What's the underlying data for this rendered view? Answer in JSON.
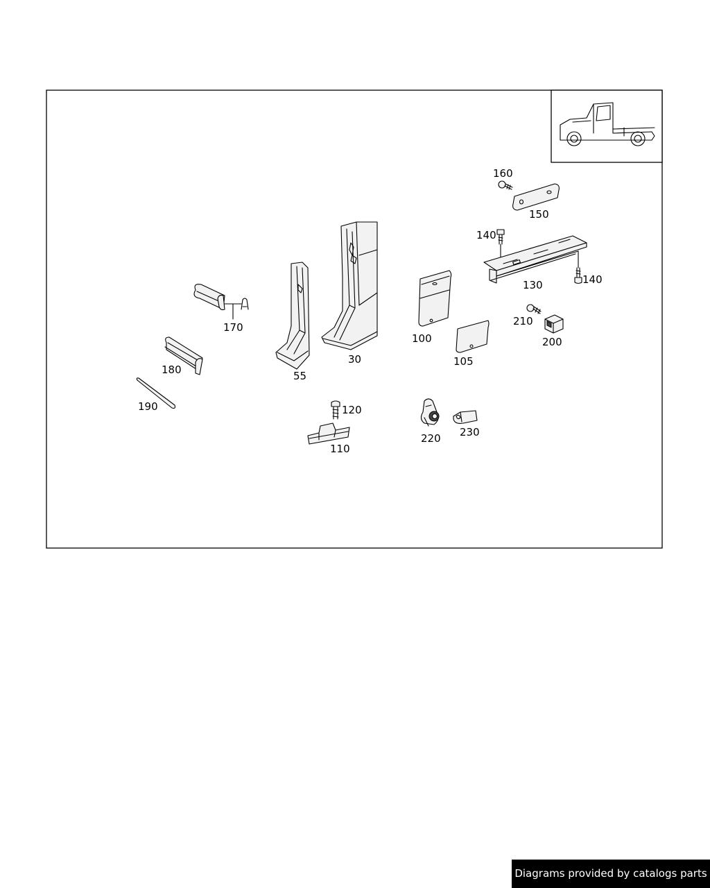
{
  "parts": [
    {
      "id": "p160",
      "label": "160"
    },
    {
      "id": "p150",
      "label": "150"
    },
    {
      "id": "p140a",
      "label": "140"
    },
    {
      "id": "p140b",
      "label": "140"
    },
    {
      "id": "p130",
      "label": "130"
    },
    {
      "id": "p210",
      "label": "210"
    },
    {
      "id": "p200",
      "label": "200"
    },
    {
      "id": "p170",
      "label": "170"
    },
    {
      "id": "p180",
      "label": "180"
    },
    {
      "id": "p190",
      "label": "190"
    },
    {
      "id": "p55",
      "label": "55"
    },
    {
      "id": "p30",
      "label": "30"
    },
    {
      "id": "p100",
      "label": "100"
    },
    {
      "id": "p105",
      "label": "105"
    },
    {
      "id": "p120",
      "label": "120"
    },
    {
      "id": "p110",
      "label": "110"
    },
    {
      "id": "p220",
      "label": "220"
    },
    {
      "id": "p230",
      "label": "230"
    }
  ],
  "footer": {
    "text": "Diagrams provided by catalogs parts"
  },
  "colors": {
    "line": "#000000",
    "background": "#ffffff",
    "footer_bg": "#000000",
    "footer_text": "#ffffff"
  }
}
